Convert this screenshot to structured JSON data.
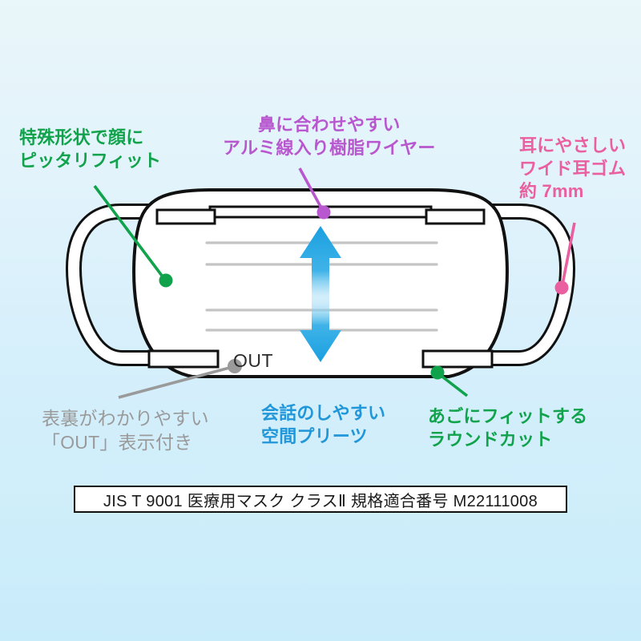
{
  "background": {
    "top_color": "#e9f6fa",
    "bottom_color": "#c9ecfa"
  },
  "product": {
    "type": "surgical-face-mask-diagram",
    "out_marking": "OUT"
  },
  "callouts": [
    {
      "id": "fit",
      "color": "#11a34c",
      "lines": [
        "特殊形状で顔に",
        "ピッタリフィット"
      ],
      "line1": "特殊形状で顔に",
      "line2": "ピッタリフィット"
    },
    {
      "id": "wire",
      "color": "#b857cf",
      "lines": [
        "鼻に合わせやすい",
        "アルミ線入り樹脂ワイヤー"
      ],
      "line1": "鼻に合わせやすい",
      "line2": "アルミ線入り樹脂ワイヤー"
    },
    {
      "id": "earloop",
      "color": "#ea5fa0",
      "lines": [
        "耳にやさしい",
        "ワイド耳ゴム",
        "約 7mm"
      ],
      "line1": "耳にやさしい",
      "line2": "ワイド耳ゴム",
      "line3": "約 7mm"
    },
    {
      "id": "out",
      "color": "#9a9a9a",
      "lines": [
        "表裏がわかりやすい",
        "「OUT」表示付き"
      ],
      "line1": "表裏がわかりやすい",
      "line2": "「OUT」表示付き"
    },
    {
      "id": "pleats",
      "color": "#2196d8",
      "lines": [
        "会話のしやすい",
        "空間プリーツ"
      ],
      "line1": "会話のしやすい",
      "line2": "空間プリーツ"
    },
    {
      "id": "round",
      "color": "#11a34c",
      "lines": [
        "あごにフィットする",
        "ラウンドカット"
      ],
      "line1": "あごにフィットする",
      "line2": "ラウンドカット"
    }
  ],
  "certification": {
    "text": "JIS T 9001 医療用マスク クラスⅡ 規格適合番号 M22111008",
    "standard": "JIS T 9001",
    "category": "医療用マスク",
    "class": "クラスⅡ",
    "number_label": "規格適合番号",
    "number": "M22111008"
  },
  "colors": {
    "green": "#11a34c",
    "purple": "#b857cf",
    "pink": "#ea5fa0",
    "gray": "#9a9a9a",
    "blue": "#2196d8",
    "arrow_blue": "#1a9fe0",
    "outline": "#111111",
    "mask_fill": "#ffffff",
    "pleat_line": "#c4c4c4"
  }
}
